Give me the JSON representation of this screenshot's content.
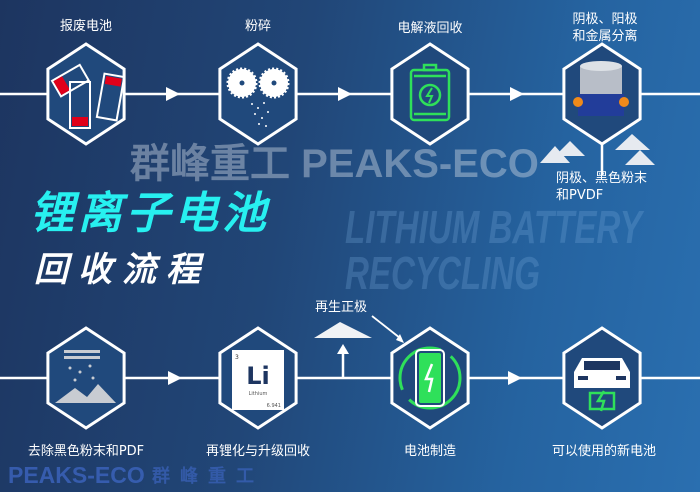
{
  "logo": {
    "brand": "PEAKS-ECO",
    "cn": "群峰重工"
  },
  "title": {
    "line1": "锂离子电池",
    "line2": "回收流程"
  },
  "background_text": {
    "en_line1": "LITHIUM BATTERY",
    "en_line2": "RECYCLING",
    "watermark": "群峰重工 PEAKS-ECO"
  },
  "steps_top": [
    {
      "label": "报废电池",
      "icon": "used-batteries-icon"
    },
    {
      "label": "粉碎",
      "icon": "shredder-gears-icon"
    },
    {
      "label": "电解液回收",
      "icon": "electrolyte-battery-icon"
    },
    {
      "label_line1": "阴极、阳极",
      "label_line2": "和金属分离",
      "icon": "separator-machine-icon"
    }
  ],
  "branch_top": {
    "label_line1": "阴极、黑色粉末",
    "label_line2": "和PVDF"
  },
  "steps_bottom": [
    {
      "label": "去除黑色粉末和PDF",
      "icon": "powder-removal-icon"
    },
    {
      "label": "再锂化与升级回收",
      "icon": "lithium-element-icon",
      "element": {
        "number": "3",
        "symbol": "Li",
        "name": "Lithium",
        "mass": "6.941"
      }
    },
    {
      "label": "电池制造",
      "icon": "battery-charging-icon"
    },
    {
      "label": "可以使用的新电池",
      "icon": "electric-car-icon"
    }
  ],
  "branch_bottom": {
    "label": "再生正极"
  },
  "colors": {
    "accent_cyan": "#27f0f0",
    "icon_green": "#2fe05a",
    "battery_red": "#e0001a"
  }
}
